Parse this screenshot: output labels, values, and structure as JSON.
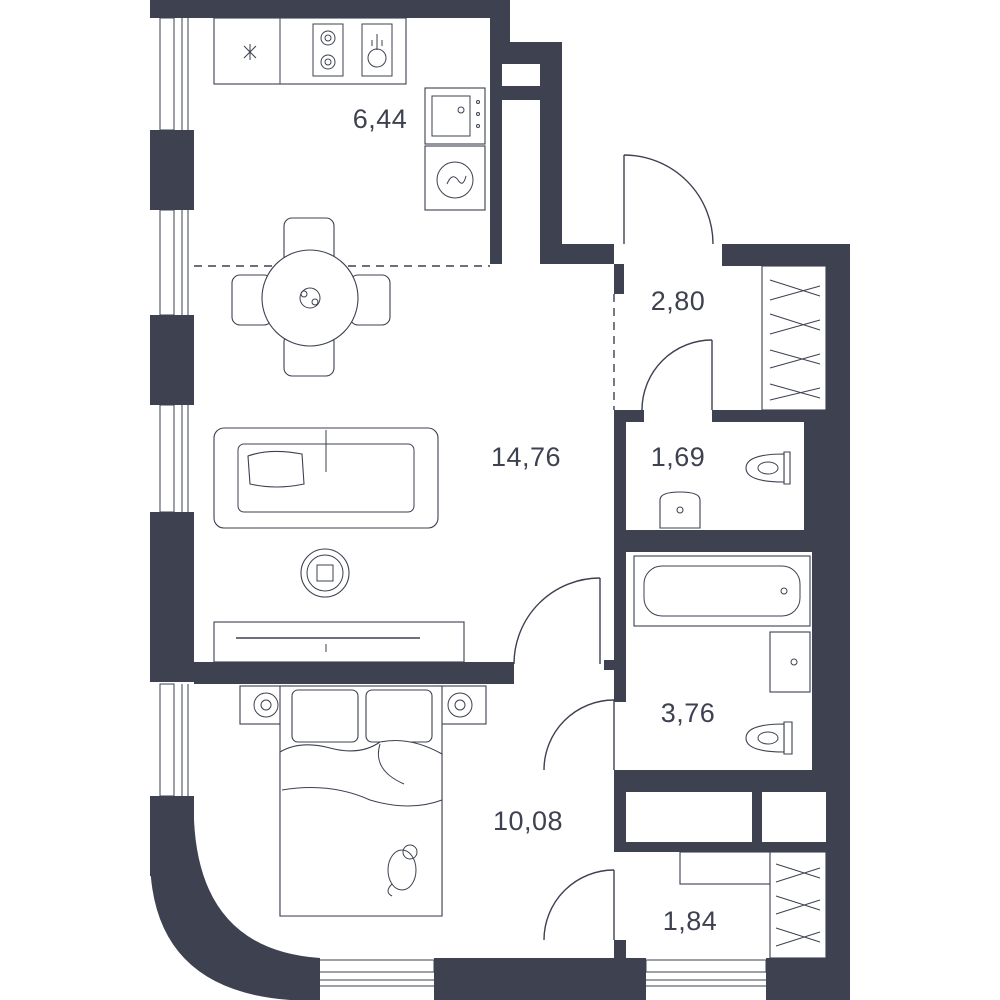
{
  "rooms": [
    {
      "id": "kitchen",
      "area": "6,44"
    },
    {
      "id": "hallway",
      "area": "2,80"
    },
    {
      "id": "wc",
      "area": "1,69"
    },
    {
      "id": "living_room",
      "area": "14,76"
    },
    {
      "id": "bathroom",
      "area": "3,76"
    },
    {
      "id": "bedroom",
      "area": "10,08"
    },
    {
      "id": "storage",
      "area": "1,84"
    }
  ],
  "colors": {
    "wall": "#3d4150",
    "background": "#ffffff"
  }
}
